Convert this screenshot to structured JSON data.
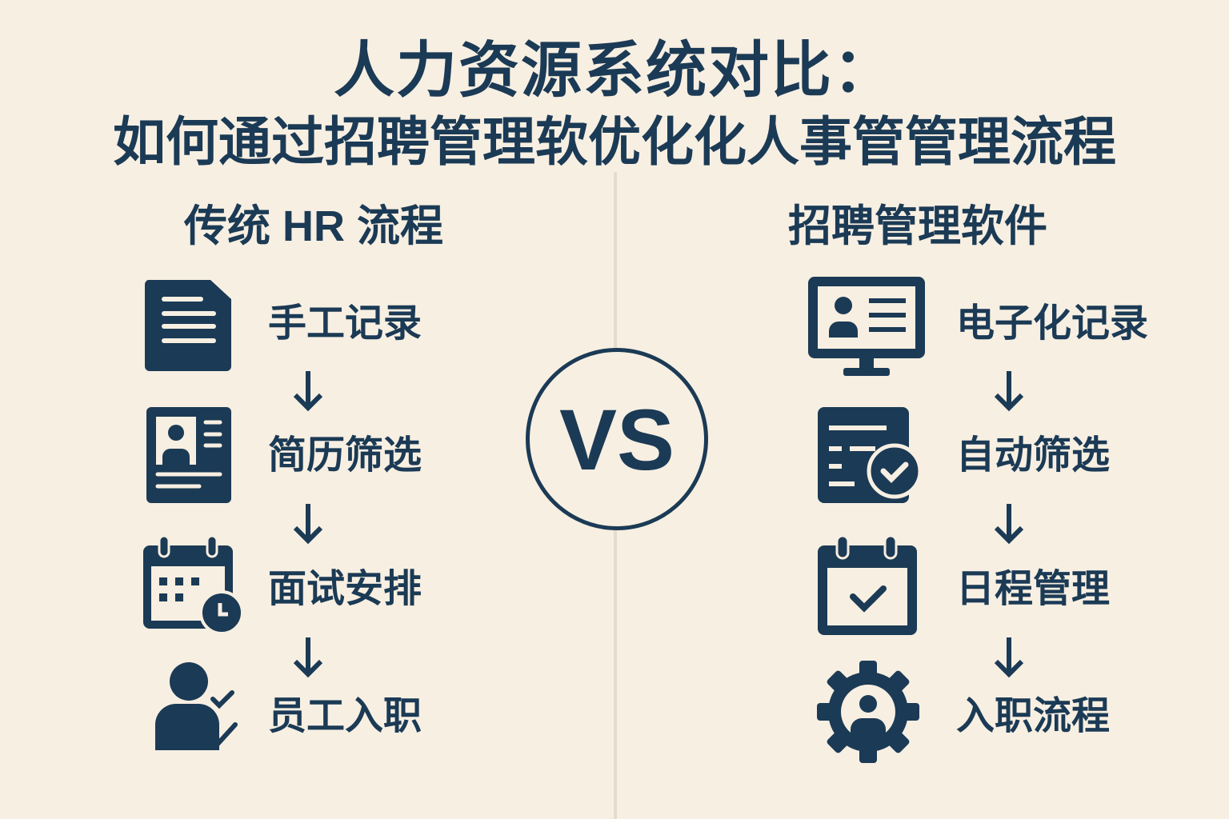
{
  "title": {
    "line1": "人力资源系统对比：",
    "line2": "如何通过招聘管理软优化化人事管管理流程"
  },
  "vs_label": "VS",
  "left": {
    "heading": "传统 HR 流程",
    "steps": [
      {
        "label": "手工记录",
        "icon": "document-icon"
      },
      {
        "label": "简历筛选",
        "icon": "resume-icon"
      },
      {
        "label": "面试安排",
        "icon": "calendar-clock-icon"
      },
      {
        "label": "员工入职",
        "icon": "person-check-icon"
      }
    ]
  },
  "right": {
    "heading": "招聘管理软件",
    "steps": [
      {
        "label": "电子化记录",
        "icon": "monitor-profile-icon"
      },
      {
        "label": "自动筛选",
        "icon": "document-check-icon"
      },
      {
        "label": "日程管理",
        "icon": "calendar-check-icon"
      },
      {
        "label": "入职流程",
        "icon": "gear-person-icon"
      }
    ]
  },
  "colors": {
    "background": "#f7efe2",
    "primary": "#1b3a55"
  }
}
